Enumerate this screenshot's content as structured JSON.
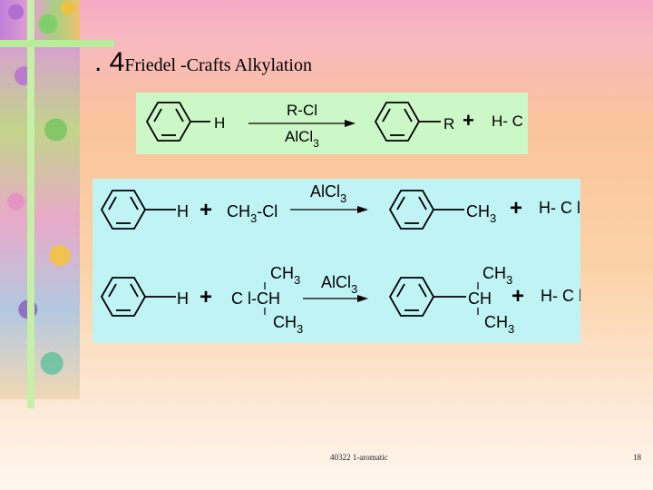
{
  "slide": {
    "number_prefix": ". 4",
    "title": "Friedel -Crafts  Alkylation",
    "footer_text": "40322 1-aromatic",
    "page_number": "18"
  },
  "reactions": {
    "general": {
      "left_sub": "H",
      "reagent": "R-Cl",
      "catalyst_base": "AlCl",
      "catalyst_sub": "3",
      "product_sub": "R",
      "plus": "+",
      "byproduct": "H- C l"
    },
    "methyl": {
      "left_sub": "H",
      "plus1": "+",
      "reagent_base": "CH",
      "reagent_sub": "3",
      "reagent_tail": "-Cl",
      "catalyst_base": "AlCl",
      "catalyst_sub": "3",
      "product_base": "CH",
      "product_sub": "3",
      "plus2": "+",
      "byproduct": "H- C l"
    },
    "isopropyl": {
      "left_sub": "H",
      "plus1": "+",
      "reagent_top_base": "CH",
      "reagent_top_sub": "3",
      "reagent_mid": "C l-CH",
      "reagent_bot_base": "CH",
      "reagent_bot_sub": "3",
      "catalyst_base": "AlCl",
      "catalyst_sub": "3",
      "product_top_base": "CH",
      "product_top_sub": "3",
      "product_mid": "CH",
      "product_bot_base": "CH",
      "product_bot_sub": "3",
      "plus2": "+",
      "byproduct": "H- C l"
    }
  },
  "colors": {
    "panel_general": "#ccf7c6",
    "panel_examples": "#bff3f4"
  },
  "icons": [
    "benzene-ring-icon",
    "reaction-arrow-icon"
  ]
}
